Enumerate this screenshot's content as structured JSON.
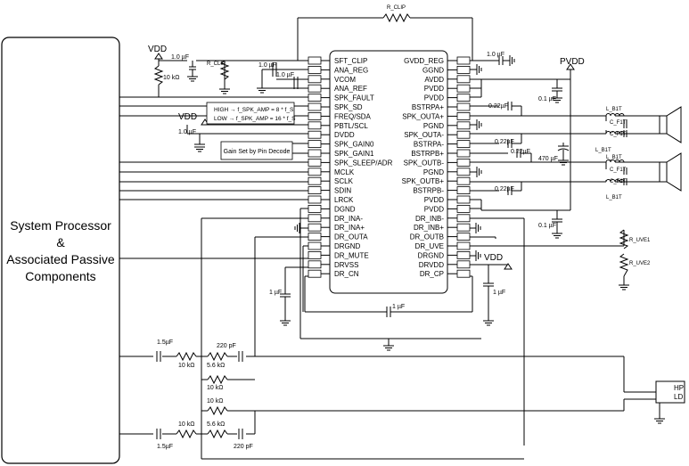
{
  "system_block": {
    "label_lines": [
      "System Processor",
      "&",
      "Associated Passive",
      "Components"
    ]
  },
  "chip": {
    "left_pins": [
      "SFT_CLIP",
      "ANA_REG",
      "VCOM",
      "ANA_REF",
      "SPK_FAULT",
      "SPK_SD",
      "FREQ/SDA",
      "PBTL/SCL",
      "DVDD",
      "SPK_GAIN0",
      "SPK_GAIN1",
      "SPK_SLEEP/ADR",
      "MCLK",
      "SCLK",
      "SDIN",
      "LRCK",
      "DGND",
      "DR_INA-",
      "DR_INA+",
      "DR_OUTA",
      "DRGND",
      "DR_MUTE",
      "DRVSS",
      "DR_CN"
    ],
    "right_pins": [
      "GVDD_REG",
      "GGND",
      "AVDD",
      "PVDD",
      "PVDD",
      "BSTRPA+",
      "SPK_OUTA+",
      "PGND",
      "SPK_OUTA-",
      "BSTRPA-",
      "BSTRPB+",
      "SPK_OUTB-",
      "PGND",
      "SPK_OUTB+",
      "BSTRPB-",
      "PVDD",
      "PVDD",
      "DR_INB-",
      "DR_INB+",
      "DR_OUTB",
      "DR_UVE",
      "DRGND",
      "DRVDD",
      "DR_CP"
    ]
  },
  "supplies": {
    "vdd": "VDD",
    "pvdd": "PVDD"
  },
  "notes": {
    "freq_high": "HIGH → f_SPK_AMP = 8 * f_S",
    "freq_low": "LOW → f_SPK_AMP = 16 * f_S",
    "gain_box": "Gain Set by Pin Decode"
  },
  "components": {
    "r_clip": "R_CLIP",
    "c_gvdd": "1.0 µF",
    "c_vdd_top": "1.0 µF",
    "r_vdd": "10 kΩ",
    "r_clip_left": "R_CLIP",
    "c_anareg": "1.0 µF",
    "c_vcom": "1.0 µF",
    "c_dvdd": "1.0 µF",
    "c_bstrp_a_plus": "0.22µF",
    "c_bstrp_a_minus": "0.22µF",
    "c_bstrp_b_plus": "0.22µF",
    "c_bstrp_b_minus": "0.22µF",
    "c_pvdd_top": "0.1 µF",
    "c_bulk": "470 µF",
    "c_pvdd_bot": "0.1 µF",
    "l_a1": "L_B1T",
    "l_a2": "L_B1T",
    "l_b1": "L_B1T",
    "l_b2": "L_B1T",
    "c_f1": "C_F1T",
    "c_f2": "C_F1T",
    "c_f3": "C_F1T",
    "c_f4": "C_F1T",
    "r_uve1": "R_UVE1",
    "r_uve2": "R_UVE2",
    "c_drvss": "1 µF",
    "c_flying": "1 µF",
    "c_drvdd": "1 µF",
    "c_in_top": "1.5µF",
    "r_in_top": "10 kΩ",
    "r_fb_top_a": "5.6 kΩ",
    "c_fb_top": "220 pF",
    "r_fb_top_b": "10 kΩ",
    "r_fb_bot_b": "10 kΩ",
    "r_in_bot": "10 kΩ",
    "r_fb_bot_a": "5.6 kΩ",
    "c_in_bot": "1.5µF",
    "c_fb_bot": "220 pF",
    "hp": "HP",
    "ld": "LD"
  }
}
